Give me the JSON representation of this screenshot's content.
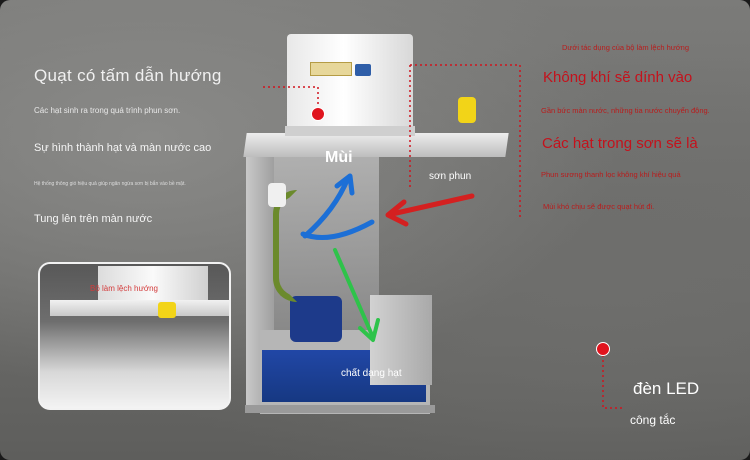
{
  "left": {
    "title": "Quạt có tấm dẫn hướng",
    "line1": "Các hạt sinh ra trong quá trình phun sơn.",
    "line2": "Sự hình thành hạt và màn nước cao",
    "line3": "Hệ thống thông gió hiệu quả giúp ngăn ngừa sơn bị bắn vào bề mặt.",
    "line4": "Tung lên trên màn nước"
  },
  "right": {
    "line1": "Dưới tác dụng của bộ làm lệch hướng",
    "line2": "Không khí sẽ dính vào",
    "line3": "Gần bức màn nước, những tia nước chuyển động.",
    "line4": "Các hạt trong sơn sẽ là",
    "line5": "Phun sương thanh lọc không khí hiệu quả",
    "line6": "Mùi khó chịu sẽ được quạt hút đi."
  },
  "labels": {
    "mui": "Mùi",
    "son_phun": "sơn phun",
    "chat_dang_hat": "chất dạng hạt",
    "den_led": "đèn LED",
    "cong_tac": "công tắc",
    "inset_label": "Bộ làm lệch hướng"
  },
  "colors": {
    "annotation_red": "#c4121c",
    "dotted_line": "#d0141e",
    "arrow_blue": "#1c6fd6",
    "arrow_red": "#d42020",
    "arrow_green": "#2ec34a"
  },
  "icons": {
    "marker": "red-dot",
    "arrow_in": "red-arrow",
    "arrow_up": "blue-arrow",
    "arrow_down": "green-arrow"
  }
}
